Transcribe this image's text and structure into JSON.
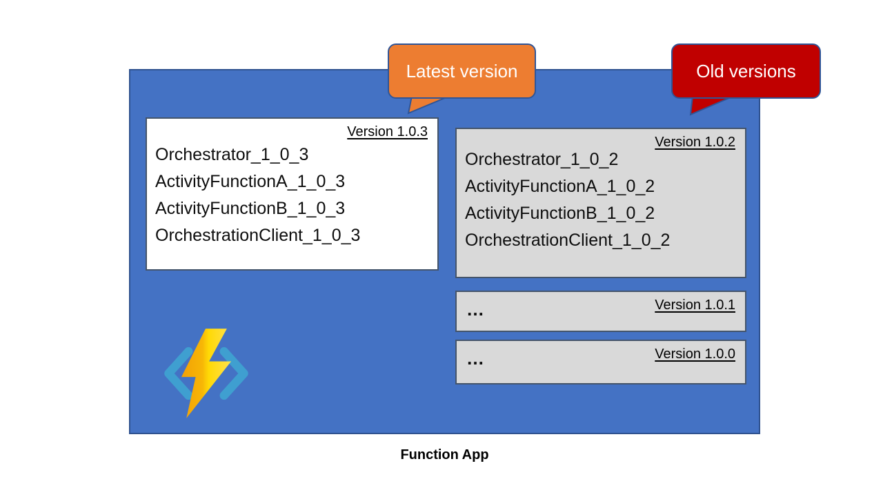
{
  "caption": "Function App",
  "icon": "azure-functions-lightning-icon",
  "callouts": {
    "latest": {
      "label": "Latest version",
      "fill": "#ed7d31"
    },
    "old": {
      "label": "Old versions",
      "fill": "#c00000"
    }
  },
  "latest_version_box": {
    "version_label": "Version 1.0.3",
    "functions": [
      "Orchestrator_1_0_3",
      "ActivityFunctionA_1_0_3",
      "ActivityFunctionB_1_0_3",
      "OrchestrationClient_1_0_3"
    ]
  },
  "old_version_boxes": [
    {
      "version_label": "Version 1.0.2",
      "functions": [
        "Orchestrator_1_0_2",
        "ActivityFunctionA_1_0_2",
        "ActivityFunctionB_1_0_2",
        "OrchestrationClient_1_0_2"
      ]
    },
    {
      "version_label": "Version 1.0.1",
      "ellipsis": "…"
    },
    {
      "version_label": "Version 1.0.0",
      "ellipsis": "…"
    }
  ],
  "colors": {
    "app_fill": "#4472c4",
    "app_border": "#2f528f",
    "callout_border": "#2f5597",
    "latest_callout_fill": "#ed7d31",
    "old_callout_fill": "#c00000",
    "version_box_border": "#44546a",
    "old_box_fill": "#d9d9d9",
    "latest_box_fill": "#ffffff",
    "bracket_blue": "#3f9fd0",
    "bolt_yellow": "#ffd906",
    "bolt_amber": "#f2a007"
  }
}
